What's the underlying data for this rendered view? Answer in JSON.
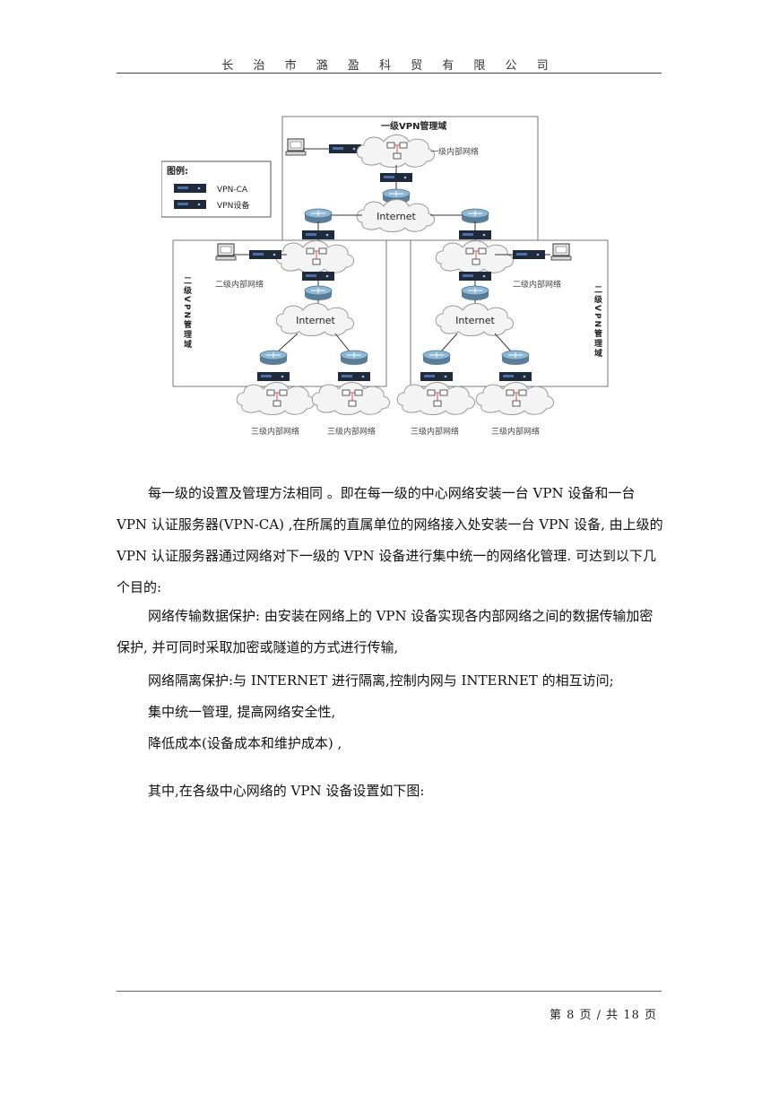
{
  "header": {
    "company": "长 治 市 潞 盈 科 贸 有 限 公 司"
  },
  "diagram": {
    "top_domain_label": "一级VPN管理域",
    "legend_title": "图例:",
    "legend_items": [
      {
        "label": "VPN-CA"
      },
      {
        "label": "VPN设备"
      }
    ],
    "level1_network_label": "一级内部网络",
    "internet_label": "Internet",
    "level2_network_label": "二级内部网络",
    "level2_domain_label": "二级VPN管理域",
    "level3_network_label": "三级内部网络"
  },
  "body": {
    "paragraph1": "每一级的设置及管理方法相同 。即在每一级的中心网络安装一台 VPN 设备和一台 VPN 认证服务器(VPN-CA) ,在所属的直属单位的网络接入处安装一台 VPN 设备, 由上级的 VPN 认证服务器通过网络对下一级的 VPN 设备进行集中统一的网络化管理. 可达到以下几个目的:",
    "paragraph2": "网络传输数据保护: 由安装在网络上的 VPN 设备实现各内部网络之间的数据传输加密保护, 并可同时采取加密或隧道的方式进行传输,",
    "item_isolation": "网络隔离保护:与 INTERNET 进行隔离,控制内网与 INTERNET 的相互访问;",
    "item_management": "集中统一管理, 提高网络安全性,",
    "item_cost": "降低成本(设备成本和维护成本) ,",
    "closing": "其中,在各级中心网络的 VPN 设备设置如下图:"
  },
  "footer": {
    "page_info": "第 8 页 / 共 18 页"
  }
}
